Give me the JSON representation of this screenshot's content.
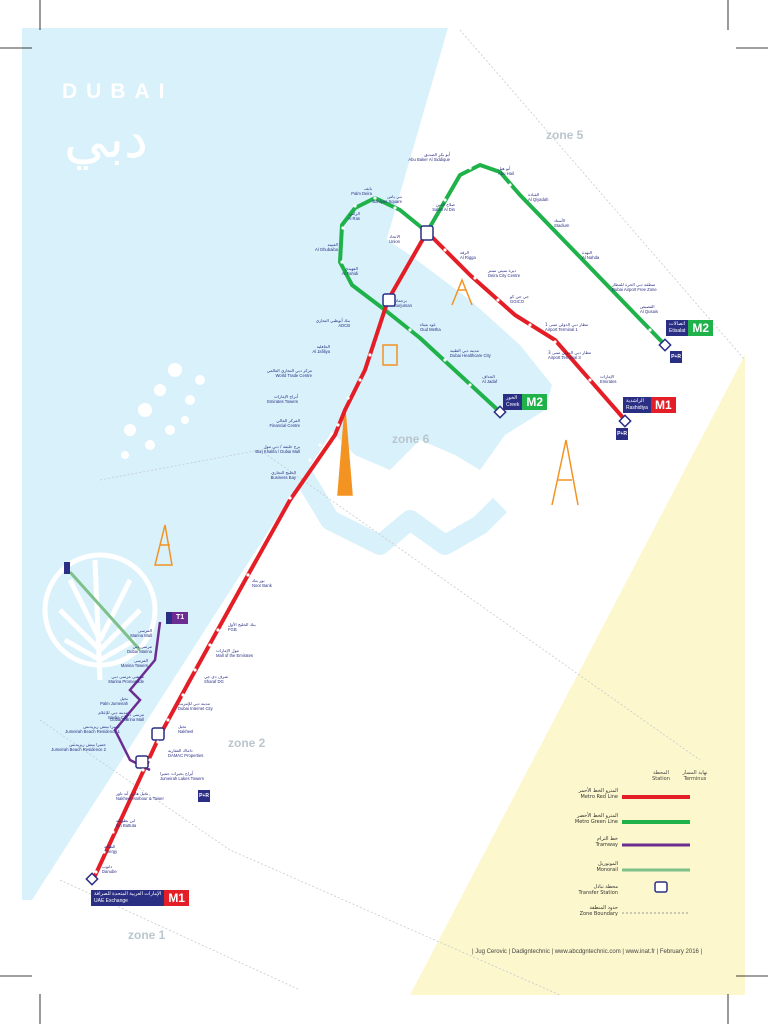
{
  "title": {
    "en": "DUBAI",
    "ar": "دبي"
  },
  "zones": [
    "zone 5",
    "zone 6",
    "zone 2",
    "zone 1"
  ],
  "terminals": {
    "m1_south": {
      "ar": "الإمارات العربية المتحدة للصرافة",
      "en": "UAE Exchange",
      "line": "M1"
    },
    "m1_north": {
      "ar": "الراشدية",
      "en": "Rashidiya",
      "line": "M1"
    },
    "m2_etisalat": {
      "ar": "اتصالات",
      "en": "Etisalat",
      "line": "M2"
    },
    "m2_creek": {
      "ar": "الخور",
      "en": "Creek",
      "line": "M2"
    },
    "tram": {
      "ar": "",
      "en": "",
      "line": "T1"
    },
    "monorail": {
      "ar": "",
      "en": "",
      "line": ""
    }
  },
  "park_ride": "P+R",
  "red_stations": [
    {
      "ar": "الإمارات العربية المتحدة للصرافة",
      "en": "UAE Exchange"
    },
    {
      "ar": "دانوب",
      "en": "Danube"
    },
    {
      "ar": "الطاقة",
      "en": "Energy"
    },
    {
      "ar": "ابن بطوطة",
      "en": "Ibn Battuta"
    },
    {
      "ar": "نخيل هاربر آند تاور",
      "en": "Nakheel Harbour & Tower"
    },
    {
      "ar": "أبراج بحيرات جميرا",
      "en": "Jumeirah Lakes Towers"
    },
    {
      "ar": "داماك العقارية",
      "en": "DAMAC Properties"
    },
    {
      "ar": "نخيل",
      "en": "Nakheel"
    },
    {
      "ar": "مدينة دبي للإنترنت",
      "en": "Dubai Internet City"
    },
    {
      "ar": "شرف دي جي",
      "en": "Sharaf DG"
    },
    {
      "ar": "مول الإمارات",
      "en": "Mall of the Emirates"
    },
    {
      "ar": "بنك الخليج الأول",
      "en": "FGB"
    },
    {
      "ar": "نور بنك",
      "en": "Noor Bank"
    },
    {
      "ar": "الخليج التجاري",
      "en": "Business Bay"
    },
    {
      "ar": "برج خليفة / دبي مول",
      "en": "Burj Khalifa / Dubai Mall"
    },
    {
      "ar": "المركز المالي",
      "en": "Financial Centre"
    },
    {
      "ar": "أبراج الإمارات",
      "en": "Emirates Towers"
    },
    {
      "ar": "مركز دبي التجاري العالمي",
      "en": "World Trade Centre"
    },
    {
      "ar": "الجافلية",
      "en": "Al Jafiliya"
    },
    {
      "ar": "بنك أبوظبي التجاري",
      "en": "ADCB"
    },
    {
      "ar": "برجمان",
      "en": "Burjuman"
    },
    {
      "ar": "الاتحاد",
      "en": "Union"
    },
    {
      "ar": "الرقة",
      "en": "Al Rigga"
    },
    {
      "ar": "ديرة سيتي سنتر",
      "en": "Deira City Centre"
    },
    {
      "ar": "جي جي كو",
      "en": "GGICO"
    },
    {
      "ar": "مطار دبي الدولي مبنى 1",
      "en": "Airport Terminal 1"
    },
    {
      "ar": "مطار دبي الدولي مبنى 3",
      "en": "Airport Terminal 3"
    },
    {
      "ar": "الإمارات",
      "en": "Emirates"
    },
    {
      "ar": "الراشدية",
      "en": "Rashidiya"
    }
  ],
  "green_stations": [
    {
      "ar": "اتصالات",
      "en": "Etisalat"
    },
    {
      "ar": "القصيص",
      "en": "Al Qusais"
    },
    {
      "ar": "منطقة دبي الحرة للمطار",
      "en": "Dubai Airport Free Zone"
    },
    {
      "ar": "النهدة",
      "en": "Al Nahda"
    },
    {
      "ar": "الأستاد",
      "en": "Stadium"
    },
    {
      "ar": "القيادة",
      "en": "Al Qiyadah"
    },
    {
      "ar": "أبو هيل",
      "en": "Abu Hail"
    },
    {
      "ar": "أبو بكر الصديق",
      "en": "Abu Baker Al Siddique"
    },
    {
      "ar": "صلاح الدين",
      "en": "Salah Al Din"
    },
    {
      "ar": "الاتحاد",
      "en": "Union"
    },
    {
      "ar": "بني ياس",
      "en": "Baniyas Square"
    },
    {
      "ar": "نايف",
      "en": "Palm Deira"
    },
    {
      "ar": "الراس",
      "en": "Al Ras"
    },
    {
      "ar": "الغبيبة",
      "en": "Al Ghubaiba"
    },
    {
      "ar": "الفهيدي",
      "en": "Al Fahidi"
    },
    {
      "ar": "برجمان",
      "en": "Burjuman"
    },
    {
      "ar": "عود ميثاء",
      "en": "Oud Metha"
    },
    {
      "ar": "مدينة دبي الطبية",
      "en": "Dubai Healthcare City"
    },
    {
      "ar": "الجداف",
      "en": "Al Jadaf"
    },
    {
      "ar": "الخور",
      "en": "Creek"
    }
  ],
  "tram_labels": [
    {
      "ar": "المرسى",
      "en": "Marina Mall"
    },
    {
      "ar": "مرسى دبي",
      "en": "Dubai Marina"
    },
    {
      "ar": "المرسى",
      "en": "Marina Towers"
    },
    {
      "ar": "ممشى مرسى دبي",
      "en": "Marina Promenade"
    },
    {
      "ar": "نخيل",
      "en": "Palm Jumeirah"
    },
    {
      "ar": "مدينة دبي للإعلام",
      "en": "Media City"
    },
    {
      "ar": "جميرا بيتش ريزيدنس",
      "en": "Jumeirah Beach Residence 1"
    },
    {
      "ar": "جميرا بيتش ريزيدنس",
      "en": "Jumeirah Beach Residence 2"
    },
    {
      "ar": "مرسى دبي",
      "en": "Dubai Marina Mall"
    }
  ],
  "legend": {
    "col_station": {
      "ar": "المحطة",
      "en": "Station"
    },
    "col_terminus": {
      "ar": "نهاية المسار",
      "en": "Terminus"
    },
    "items": [
      {
        "ar": "المترو الخط الأحمر",
        "en": "Metro Red Line",
        "color": "#e41e26"
      },
      {
        "ar": "المترو الخط الأخضر",
        "en": "Metro Green Line",
        "color": "#1fb24a"
      },
      {
        "ar": "خط الترام",
        "en": "Tramway",
        "color": "#6c2c91"
      },
      {
        "ar": "المونوريل",
        "en": "Monorail",
        "color": "#7ec08a"
      },
      {
        "ar": "محطة تبادل",
        "en": "Transfer Station",
        "color": "#2a2f84"
      },
      {
        "ar": "حدود المنطقة",
        "en": "Zone Boundary",
        "color": "#999999"
      }
    ]
  },
  "credit": "| Jug Cerovic | Dadigntechnic | www.abcdgntechnic.com | www.inat.fr | February 2016 |",
  "colors": {
    "water": "#d9f1fa",
    "desert": "#fcf7cc",
    "red": "#e41e26",
    "green": "#1fb24a",
    "purple": "#6c2c91",
    "navy": "#2a2f84",
    "landmark": "#f39322"
  }
}
